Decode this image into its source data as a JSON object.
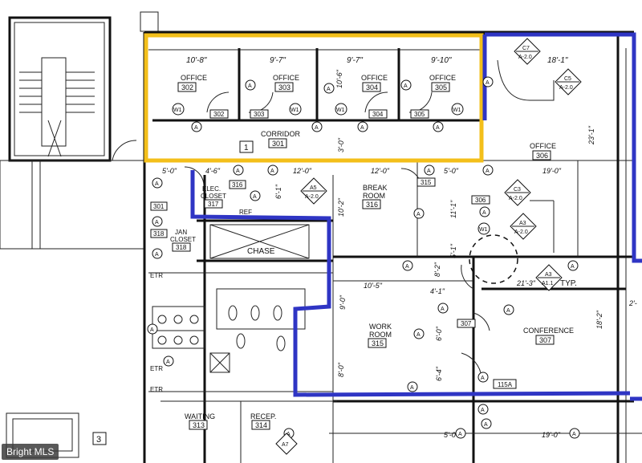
{
  "colors": {
    "yellow_boundary": "#f3bf1a",
    "blue_boundary": "#2f35c4",
    "line": "#111111"
  },
  "rooms": {
    "office_302": {
      "name": "OFFICE",
      "number": "302"
    },
    "office_303": {
      "name": "OFFICE",
      "number": "303"
    },
    "office_304": {
      "name": "OFFICE",
      "number": "304"
    },
    "office_305": {
      "name": "OFFICE",
      "number": "305"
    },
    "corridor_301": {
      "name": "CORRIDOR",
      "number": "301"
    },
    "office_306": {
      "name": "OFFICE",
      "number": "306"
    },
    "break_room_316": {
      "name1": "BREAK",
      "name2": "ROOM",
      "number": "316"
    },
    "elec_closet_317": {
      "name1": "ELEC.",
      "name2": "CLOSET",
      "number": "317"
    },
    "jan_closet_318": {
      "name1": "JAN",
      "name2": "CLOSET",
      "number": "318"
    },
    "chase": {
      "name": "CHASE"
    },
    "work_room_315": {
      "name1": "WORK",
      "name2": "ROOM",
      "number": "315"
    },
    "conference_307": {
      "name": "CONFERENCE",
      "number": "307"
    },
    "waiting_313": {
      "name": "WAITING",
      "number": "313"
    },
    "recep_314": {
      "name": "RECEP.",
      "number": "314"
    }
  },
  "dimensions": {
    "d302": "10'-8\"",
    "d303": "9'-7\"",
    "d304": "9'-7\"",
    "d305": "9'-10\"",
    "d_top_right": "18'-1\"",
    "d_right_vert": "23'-1\"",
    "d_5_0_a": "5'-0\"",
    "d_4_6": "4'-6\"",
    "d_12_0_a": "12'-0\"",
    "d_12_0_b": "12'-0\"",
    "d_5_0_b": "5'-0\"",
    "d_19_0_a": "19'-0\"",
    "d_10_5": "10'-5\"",
    "d_4_1": "4'-1\"",
    "d_21_3": "21'-3\"",
    "d_19_0_b": "19'-0\"",
    "d_5_0_c": "5'-0\"",
    "d_10_6": "10'-6\"",
    "d_3_0": "3'-0\"",
    "d_6_1": "6'-1\"",
    "d_10_2": "10'-2\"",
    "d_11_1": "11'-1\"",
    "d_8_2": "8'-2\"",
    "d_5_1": "5'-1\"",
    "d_9_0": "9'-0\"",
    "d_8_0": "8'-0\"",
    "d_6_0": "6'-0\"",
    "d_6_4": "6'-4\"",
    "d_18_2": "18'-2\"",
    "d_2_c": "2'-"
  },
  "tags": {
    "door_a": "A",
    "w1": "W1",
    "door_302": "302",
    "door_303": "303",
    "door_304": "304",
    "door_305": "305",
    "door_316": "316",
    "door_315": "315",
    "door_306": "306",
    "door_307": "307",
    "door_301": "301",
    "door_318": "318",
    "door_115a": "115A",
    "etr": "ETR",
    "ref": "REF",
    "typ": "TYP."
  },
  "section_marks": {
    "c7": {
      "top": "C7",
      "bottom": "A-2.0"
    },
    "c5": {
      "top": "C5",
      "bottom": "A-2.0"
    },
    "a5": {
      "top": "A5",
      "bottom": "A-2.0"
    },
    "c3": {
      "top": "C3",
      "bottom": "A-2.0"
    },
    "a3a": {
      "top": "A3",
      "bottom": "A-2.0"
    },
    "a3b": {
      "top": "A3",
      "bottom": "A1.1"
    },
    "a7": {
      "top": "A7"
    }
  },
  "keys": {
    "key1": "1",
    "key3": "3"
  },
  "watermark": "Bright MLS"
}
